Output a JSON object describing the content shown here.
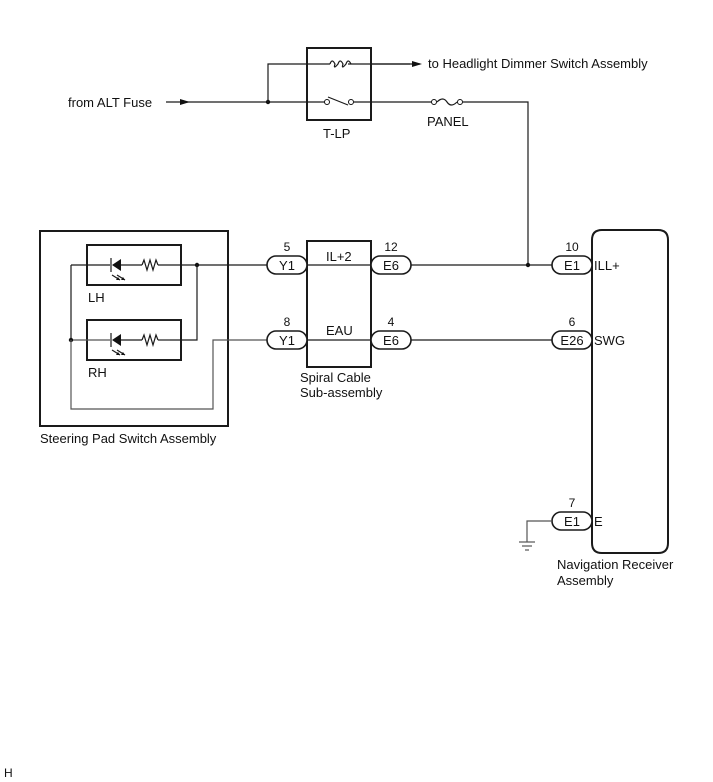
{
  "diagram": {
    "sources": {
      "from_alt_fuse": "from ALT Fuse",
      "to_headlight": "to Headlight Dimmer Switch Assembly"
    },
    "relay": {
      "label": "T-LP"
    },
    "fuse": {
      "label": "PANEL"
    },
    "steering_pad": {
      "label": "Steering Pad Switch Assembly",
      "lamps": [
        {
          "label": "LH"
        },
        {
          "label": "RH"
        }
      ]
    },
    "spiral_cable": {
      "label_line1": "Spiral Cable",
      "label_line2": "Sub-assembly",
      "signals": [
        "IL+2",
        "EAU"
      ]
    },
    "connectors": [
      {
        "pin": "5",
        "code": "Y1"
      },
      {
        "pin": "8",
        "code": "Y1"
      },
      {
        "pin": "12",
        "code": "E6"
      },
      {
        "pin": "4",
        "code": "E6"
      },
      {
        "pin": "10",
        "code": "E1",
        "terminal": "ILL+"
      },
      {
        "pin": "6",
        "code": "E26",
        "terminal": "SWG"
      },
      {
        "pin": "7",
        "code": "E1",
        "terminal": "E"
      }
    ],
    "nav_receiver": {
      "label_line1": "Navigation Receiver",
      "label_line2": "Assembly"
    },
    "footer_code": "H"
  }
}
